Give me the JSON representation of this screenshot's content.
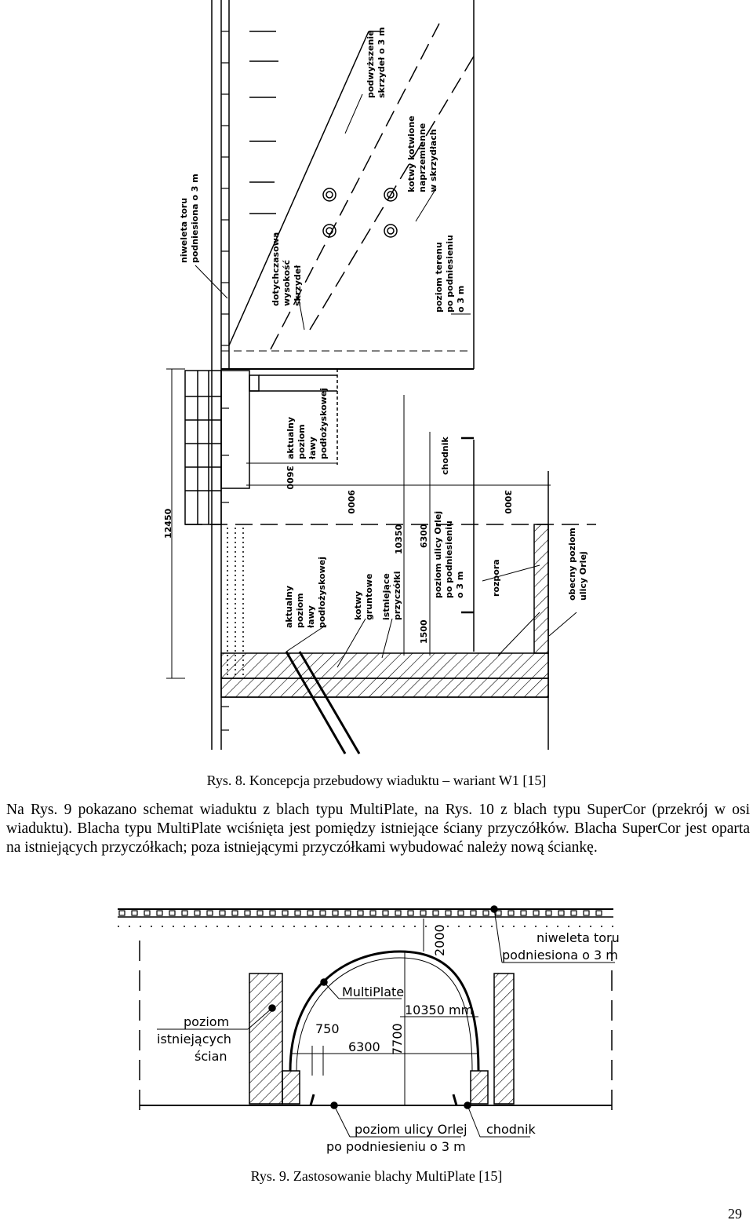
{
  "figure8": {
    "caption": "Rys. 8. Koncepcja przebudowy wiaduktu – wariant W1 [15]",
    "labels": {
      "niweleta": [
        "niweleta toru",
        "podniesiona o 3 m"
      ],
      "dotychczasowa": [
        "dotychczasowa",
        "wysokość",
        "skrzydeł"
      ],
      "podwyzszenie": [
        "podwyższenie",
        "skrzydeł o 3 m"
      ],
      "kotwy_skrzydla": [
        "kotwy kotwione",
        "naprzemienne",
        "w skrzydłach"
      ],
      "poziom_terenu": [
        "poziom terenu",
        "po podniesieniu",
        "o 3 m"
      ],
      "aktualny_top": [
        "aktualny",
        "poziom",
        "ławy",
        "podłożyskowej"
      ],
      "chodnik": "chodnik",
      "dim_3600": "3600",
      "dim_9000": "9000",
      "dim_3000": "3000",
      "dim_12450": "12450",
      "dim_10350": "10350",
      "dim_6300": "6300",
      "dim_1500": "1500",
      "poziom_ulicy": [
        "poziom ulicy Orlej",
        "po podniesieniu",
        "o 3 m"
      ],
      "rozpora": "rozpora",
      "obecny_poziom": [
        "obecny poziom",
        "ulicy Orlej"
      ],
      "aktualny_bottom": [
        "aktualny",
        "poziom",
        "ławy",
        "podłożyskowej"
      ],
      "kotwy_gruntowe": [
        "kotwy",
        "gruntowe"
      ],
      "istniejace": [
        "istniejące",
        "przyczółki"
      ]
    }
  },
  "paragraph": "Na Rys. 9 pokazano schemat wiaduktu z blach typu MultiPlate, na Rys. 10 z blach typu SuperCor (przekrój w osi wiaduktu). Blacha typu MultiPlate wciśnięta jest pomiędzy istniejące ściany przyczółków. Blacha SuperCor jest oparta na istniejących przyczółkach; poza istniejącymi przyczółkami wybudować należy nową ściankę.",
  "figure9": {
    "caption": "Rys. 9. Zastosowanie blachy MultiPlate [15]",
    "labels": {
      "niweleta": [
        "niweleta toru",
        "podniesiona o 3 m"
      ],
      "dim_2000": "2000",
      "multiplate": "MultiPlate",
      "dim_10350": "10350 mm",
      "poziom_scian": [
        "poziom",
        "istniejących",
        "ścian"
      ],
      "dim_750": "750",
      "dim_6300": "6300",
      "dim_7700": "7700",
      "poziom_ulicy": [
        "poziom ulicy Orlej",
        "po podniesieniu o 3 m"
      ],
      "chodnik": "chodnik"
    }
  },
  "page_number": "29"
}
